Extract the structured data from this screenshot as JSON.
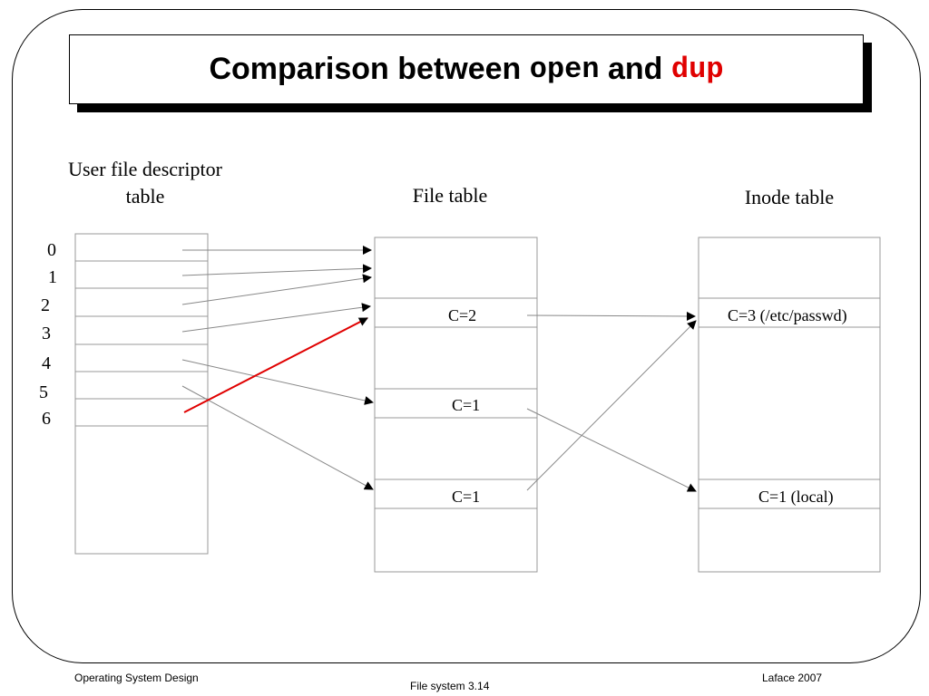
{
  "slide": {
    "title": {
      "prefix": "Comparison between ",
      "term1": "open",
      "conj": " and ",
      "term2": "dup"
    },
    "headings": {
      "user_fd_table": "User file descriptor table",
      "file_table": "File table",
      "inode_table": "Inode table"
    },
    "fd_indices": [
      "0",
      "1",
      "2",
      "3",
      "4",
      "5",
      "6"
    ],
    "file_table_entries": [
      "C=2",
      "C=1",
      "C=1"
    ],
    "inode_table_entries": [
      "C=3 (/etc/passwd)",
      "C=1 (local)"
    ],
    "footer": {
      "left": "Operating System Design",
      "center": "File system 3.14",
      "right": "Laface 2007"
    },
    "colors": {
      "dup_arrow": "#e00000",
      "title_term2": "#e00000"
    }
  }
}
